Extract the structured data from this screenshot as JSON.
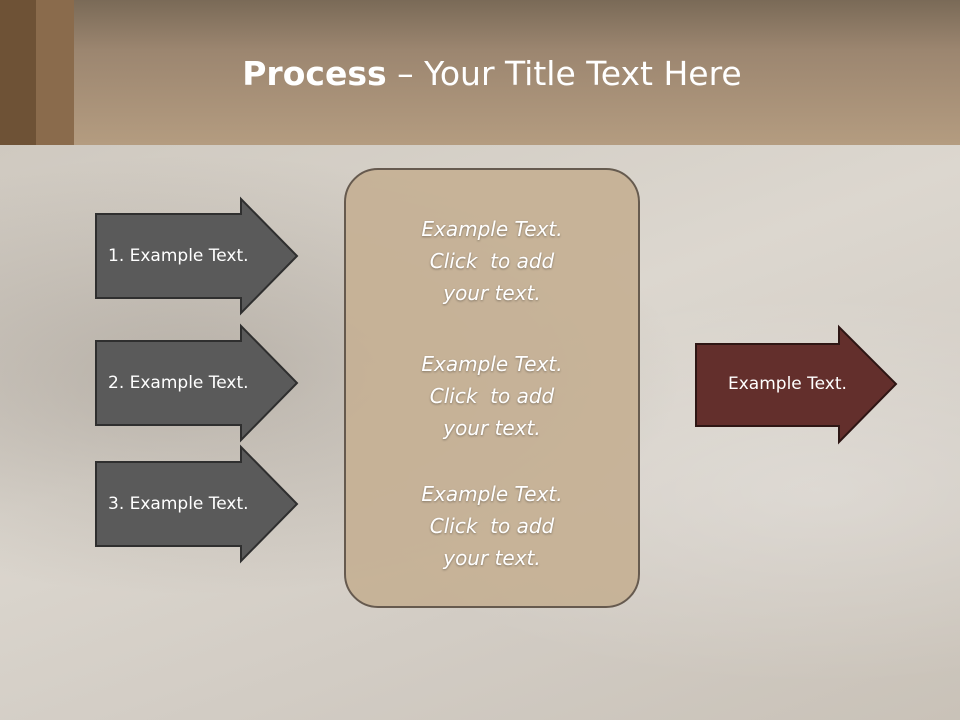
{
  "title": {
    "bold": "Process",
    "rest": " – Your Title Text Here"
  },
  "steps": [
    {
      "label": "1. Example Text."
    },
    {
      "label": "2. Example Text."
    },
    {
      "label": "3. Example Text."
    }
  ],
  "center_box": {
    "items": [
      {
        "line1": "Example Text.",
        "line2": "Click  to add",
        "line3": "your text."
      },
      {
        "line1": "Example Text.",
        "line2": "Click  to add",
        "line3": "your text."
      },
      {
        "line1": "Example Text.",
        "line2": "Click  to add",
        "line3": "your text."
      }
    ]
  },
  "result": {
    "label": "Example Text."
  },
  "colors": {
    "step_arrow_fill": "#5a5a5a",
    "result_arrow_fill": "#632f2c",
    "center_box_fill": "#c6b195",
    "header": "#a38d74"
  }
}
